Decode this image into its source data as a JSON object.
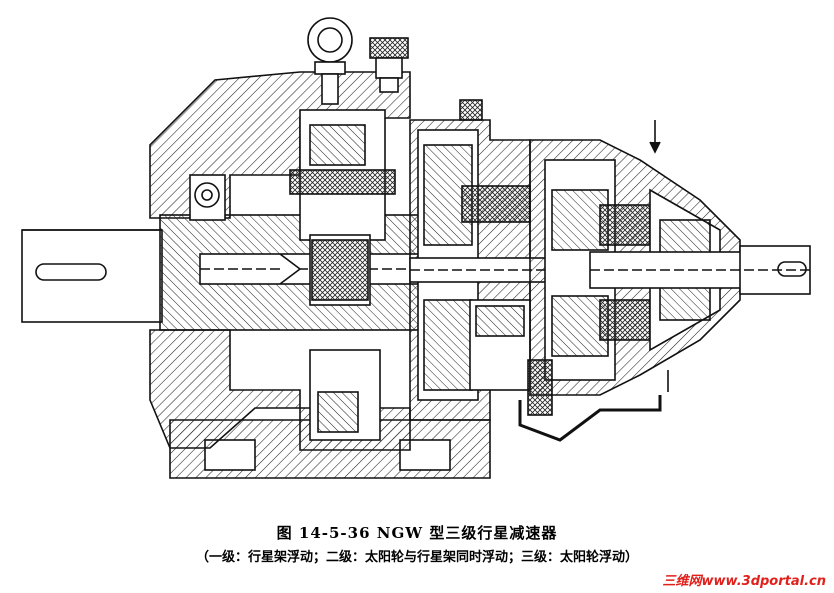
{
  "figure": {
    "caption_title": "图 14-5-36   NGW 型三级行星减速器",
    "caption_subtitle": "（一级：行星架浮动；二级：太阳轮与行星架同时浮动；三级：太阳轮浮动）"
  },
  "watermark": {
    "text": "三维网www.3dportal.cn",
    "color": "#e0201b"
  },
  "colors": {
    "line": "#111111",
    "hatch": "#222222",
    "paper": "#ffffff"
  }
}
